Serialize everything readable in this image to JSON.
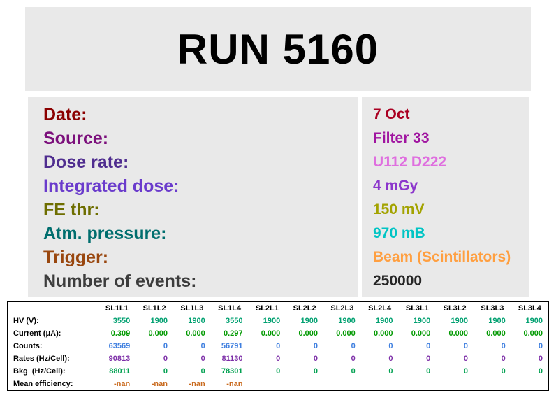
{
  "title": "RUN 5160",
  "info": {
    "rows": [
      {
        "key": "date",
        "label": "Date:",
        "value": "7 Oct",
        "label_color": "#8b0000",
        "value_color": "#aa0022"
      },
      {
        "key": "source",
        "label": "Source:",
        "value": "Filter 33",
        "label_color": "#7b0f7b",
        "value_color": "#a014a0"
      },
      {
        "key": "dose-rate",
        "label": "Dose rate:",
        "value": "U112 D222",
        "label_color": "#4f2d8f",
        "value_color": "#df6fdf"
      },
      {
        "key": "integrated-dose",
        "label": "Integrated dose:",
        "value": "4 mGy",
        "label_color": "#6a3bcc",
        "value_color": "#8c36cc"
      },
      {
        "key": "fe-thr",
        "label": "FE thr:",
        "value": "150 mV",
        "label_color": "#6e6e00",
        "value_color": "#a3a300"
      },
      {
        "key": "atm-pressure",
        "label": "Atm. pressure:",
        "value": "970 mB",
        "label_color": "#006e6e",
        "value_color": "#00c4c4"
      },
      {
        "key": "trigger",
        "label": "Trigger:",
        "value": "Beam (Scintillators)",
        "label_color": "#99470f",
        "value_color": "#ff9f40"
      },
      {
        "key": "n-events",
        "label": "Number of events:",
        "value": "250000",
        "label_color": "#3c3c3c",
        "value_color": "#262626"
      }
    ]
  },
  "table": {
    "columns": [
      "SL1L1",
      "SL1L2",
      "SL1L3",
      "SL1L4",
      "SL2L1",
      "SL2L2",
      "SL2L3",
      "SL2L4",
      "SL3L1",
      "SL3L2",
      "SL3L3",
      "SL3L4"
    ],
    "rows": [
      {
        "key": "hv",
        "label": "HV (V):",
        "color": "#00a070",
        "values": [
          "3550",
          "1900",
          "1900",
          "3550",
          "1900",
          "1900",
          "1900",
          "1900",
          "1900",
          "1900",
          "1900",
          "1900"
        ]
      },
      {
        "key": "current",
        "label": "Current (μA):",
        "color": "#009900",
        "values": [
          "0.309",
          "0.000",
          "0.000",
          "0.297",
          "0.000",
          "0.000",
          "0.000",
          "0.000",
          "0.000",
          "0.000",
          "0.000",
          "0.000"
        ]
      },
      {
        "key": "counts",
        "label": "Counts:",
        "color": "#3f7fdf",
        "values": [
          "63569",
          "0",
          "0",
          "56791",
          "0",
          "0",
          "0",
          "0",
          "0",
          "0",
          "0",
          "0"
        ]
      },
      {
        "key": "rates",
        "label": "Rates (Hz/Cell):",
        "color": "#7d2fa8",
        "values": [
          "90813",
          "0",
          "0",
          "81130",
          "0",
          "0",
          "0",
          "0",
          "0",
          "0",
          "0",
          "0"
        ]
      },
      {
        "key": "bkg",
        "label": "Bkg  (Hz/Cell):",
        "color": "#00a050",
        "values": [
          "88011",
          "0",
          "0",
          "78301",
          "0",
          "0",
          "0",
          "0",
          "0",
          "0",
          "0",
          "0"
        ]
      },
      {
        "key": "mean-efficiency",
        "label": "Mean efficiency:",
        "color": "#c96a1e",
        "values": [
          "-nan",
          "-nan",
          "-nan",
          "-nan",
          "",
          "",
          "",
          "",
          "",
          "",
          "",
          ""
        ]
      }
    ]
  }
}
